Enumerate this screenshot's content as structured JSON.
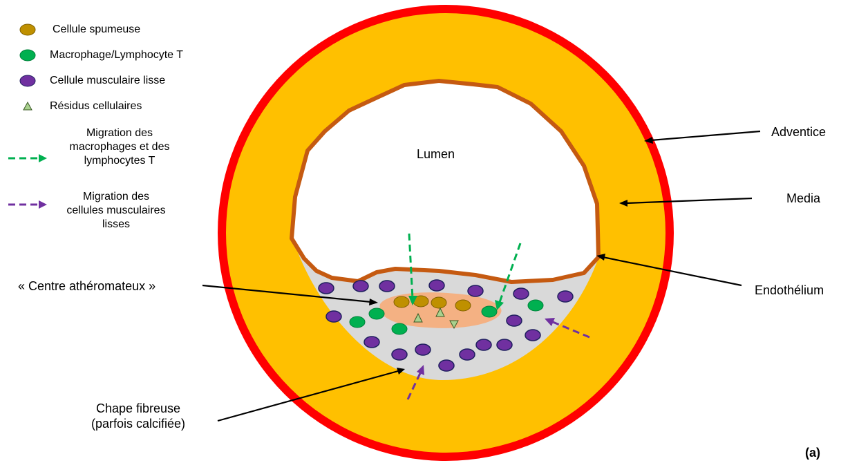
{
  "legend": {
    "foam_cell": "Cellule spumeuse",
    "macrophage": "Macrophage/Lymphocyte T",
    "smooth_muscle": "Cellule musculaire lisse",
    "debris": "Résidus cellulaires",
    "migration_macro": [
      "Migration des",
      "macrophages et des",
      "lymphocytes T"
    ],
    "migration_smc": [
      "Migration des",
      "cellules musculaires",
      "lisses"
    ]
  },
  "labels": {
    "lumen": "Lumen",
    "adventice": "Adventice",
    "media": "Media",
    "endothelium": "Endothélium",
    "centre": "« Centre athéromateux »",
    "chape": [
      "Chape fibreuse",
      "(parfois calcifiée)"
    ],
    "figure": "(a)"
  },
  "colors": {
    "adventice": "#ff0000",
    "media": "#ffc000",
    "endothelium": "#c55a11",
    "plaque": "#d9d9d9",
    "core": "#f4b183",
    "foam_cell": "#bf9000",
    "macrophage": "#00b050",
    "smooth_muscle": "#7030a0",
    "debris": "#a9d18e"
  }
}
